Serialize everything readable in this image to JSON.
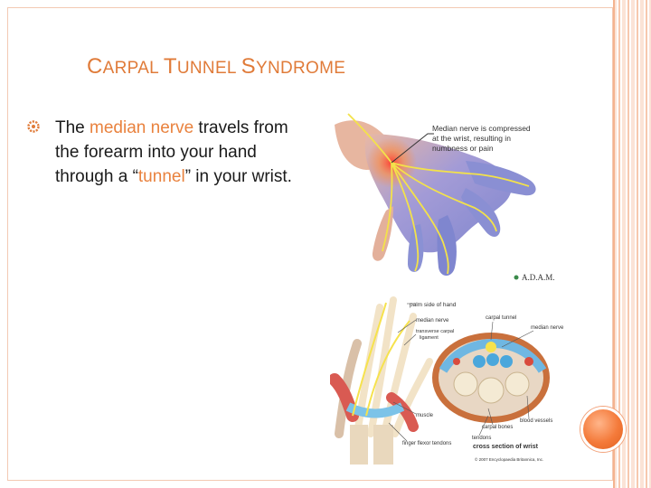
{
  "title": {
    "first_cap": "C",
    "first_rest": "ARPAL ",
    "second_cap": "T",
    "second_rest": "UNNEL ",
    "third_cap": "S",
    "third_rest": "YNDROME"
  },
  "bullet": {
    "t1": "The ",
    "t2": "median nerve",
    "t3": " travels from the forearm into your hand through a “",
    "t4": "tunnel",
    "t5": "” in your wrist."
  },
  "figure_top": {
    "callout_line1": "Median nerve is compressed",
    "callout_line2": "at the wrist, resulting in",
    "callout_line3": "numbness or pain",
    "logo": "A.D.A.M."
  },
  "figure_bottom": {
    "palm_side": "palm side of hand",
    "median_nerve_left": "median nerve",
    "transverse_1": "transverse carpal",
    "transverse_2": "ligament",
    "carpal_tunnel": "carpal tunnel",
    "median_nerve_right": "median nerve",
    "muscle": "muscle",
    "carpal_bones": "carpal bones",
    "blood_vessels": "blood vessels",
    "tendons": "tendons",
    "finger_flexor": "finger flexor tendons",
    "cross_section": "cross section of wrist",
    "copyright": "© 2007 Encyclopaedia Britannica, Inc."
  },
  "colors": {
    "accent": "#e07b39",
    "frame": "#f3c9b3",
    "orb": "#f47a3a"
  },
  "icons": {
    "bullet": "settings-bullet-icon"
  }
}
